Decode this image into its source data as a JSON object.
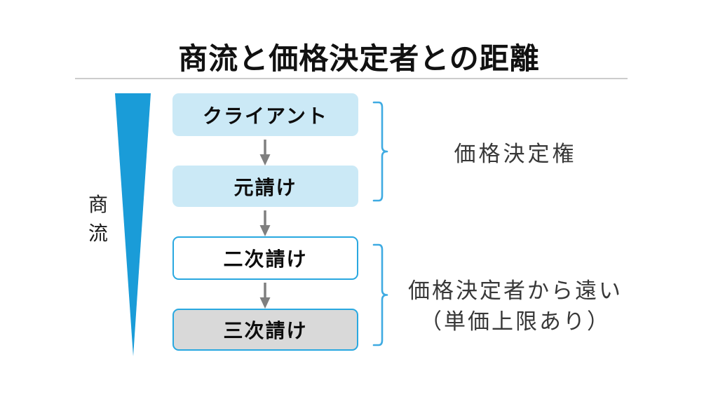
{
  "title": "商流と価格決定者との距離",
  "flow_axis": {
    "label": "商流"
  },
  "nodes": [
    {
      "label": "クライアント",
      "style": "highlight"
    },
    {
      "label": "元請け",
      "style": "highlight"
    },
    {
      "label": "二次請け",
      "style": "outlined-white"
    },
    {
      "label": "三次請け",
      "style": "outlined-gray"
    }
  ],
  "connectors": {
    "arrow_icon": "down-arrow",
    "count": 3
  },
  "annotations": {
    "top": {
      "label": "価格決定権"
    },
    "bottom": {
      "line1": "価格決定者から遠い",
      "line2": "（単価上限あり）"
    }
  },
  "colors": {
    "flow_triangle": "#1a9cd8",
    "node_fill_blue": "#cbe9f6",
    "node_fill_gray": "#d9d9d9",
    "node_border_blue": "#29a8e0",
    "brace_blue": "#3fabe2",
    "arrow_gray": "#7f7f7f",
    "title_rule_gray": "#cccccc"
  }
}
